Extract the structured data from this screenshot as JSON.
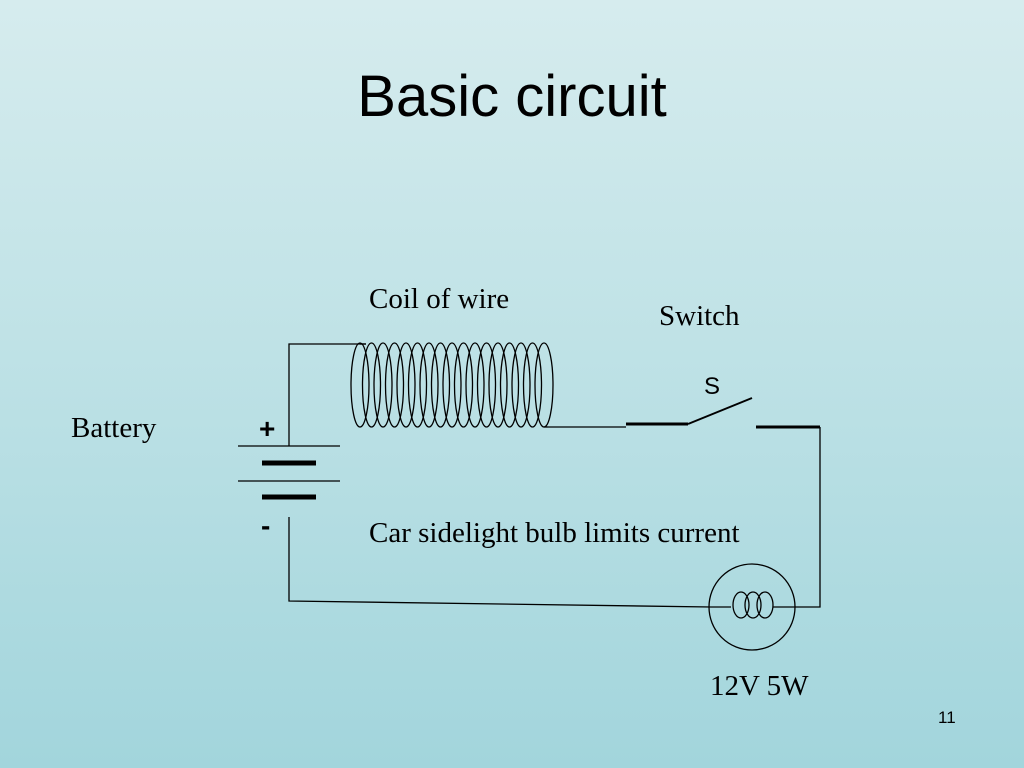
{
  "slide": {
    "title": "Basic circuit",
    "page_number": "11"
  },
  "diagram": {
    "labels": {
      "coil": "Coil of wire",
      "switch": "Switch",
      "switch_symbol": "S",
      "battery": "Battery",
      "battery_plus": "+",
      "battery_minus": "-",
      "bulb_note": "Car sidelight bulb limits current",
      "bulb_rating": "12V 5W"
    },
    "components": [
      "battery",
      "coil",
      "switch",
      "bulb"
    ]
  }
}
